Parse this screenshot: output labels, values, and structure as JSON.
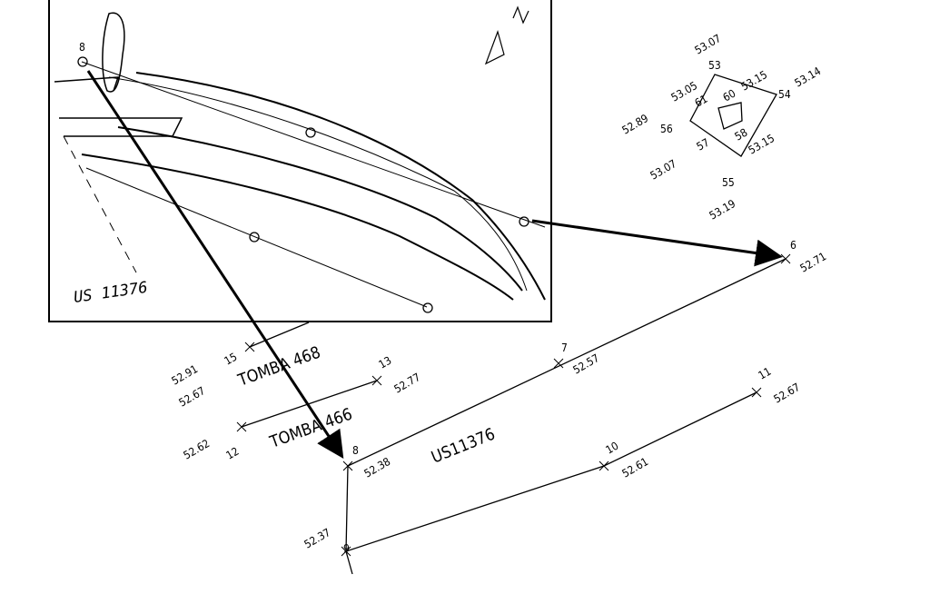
{
  "photo_panel": {
    "label": "US 11376"
  },
  "points": [
    {
      "id": "6",
      "elev": "52.71"
    },
    {
      "id": "7",
      "elev": "52.57"
    },
    {
      "id": "8",
      "elev": "52.38"
    },
    {
      "id": "9",
      "elev": "52.37"
    },
    {
      "id": "10",
      "elev": "52.61"
    },
    {
      "id": "11",
      "elev": "52.67"
    },
    {
      "id": "12",
      "elev": "52.62"
    },
    {
      "id": "13",
      "elev": "52.77"
    },
    {
      "id": "15",
      "elev": "52.91"
    },
    {
      "extra_elev": "52.67"
    }
  ],
  "features": {
    "tomba_468": "TOMBA 468",
    "tomba_466": "TOMBA 466",
    "us": "US11376"
  },
  "polygon": {
    "labels": [
      "53",
      "54",
      "55",
      "56",
      "57",
      "58",
      "60",
      "61"
    ],
    "elevs": [
      "53.07",
      "53.15",
      "53.14",
      "53.05",
      "52.89",
      "53.07",
      "53.15",
      "53.19"
    ]
  }
}
